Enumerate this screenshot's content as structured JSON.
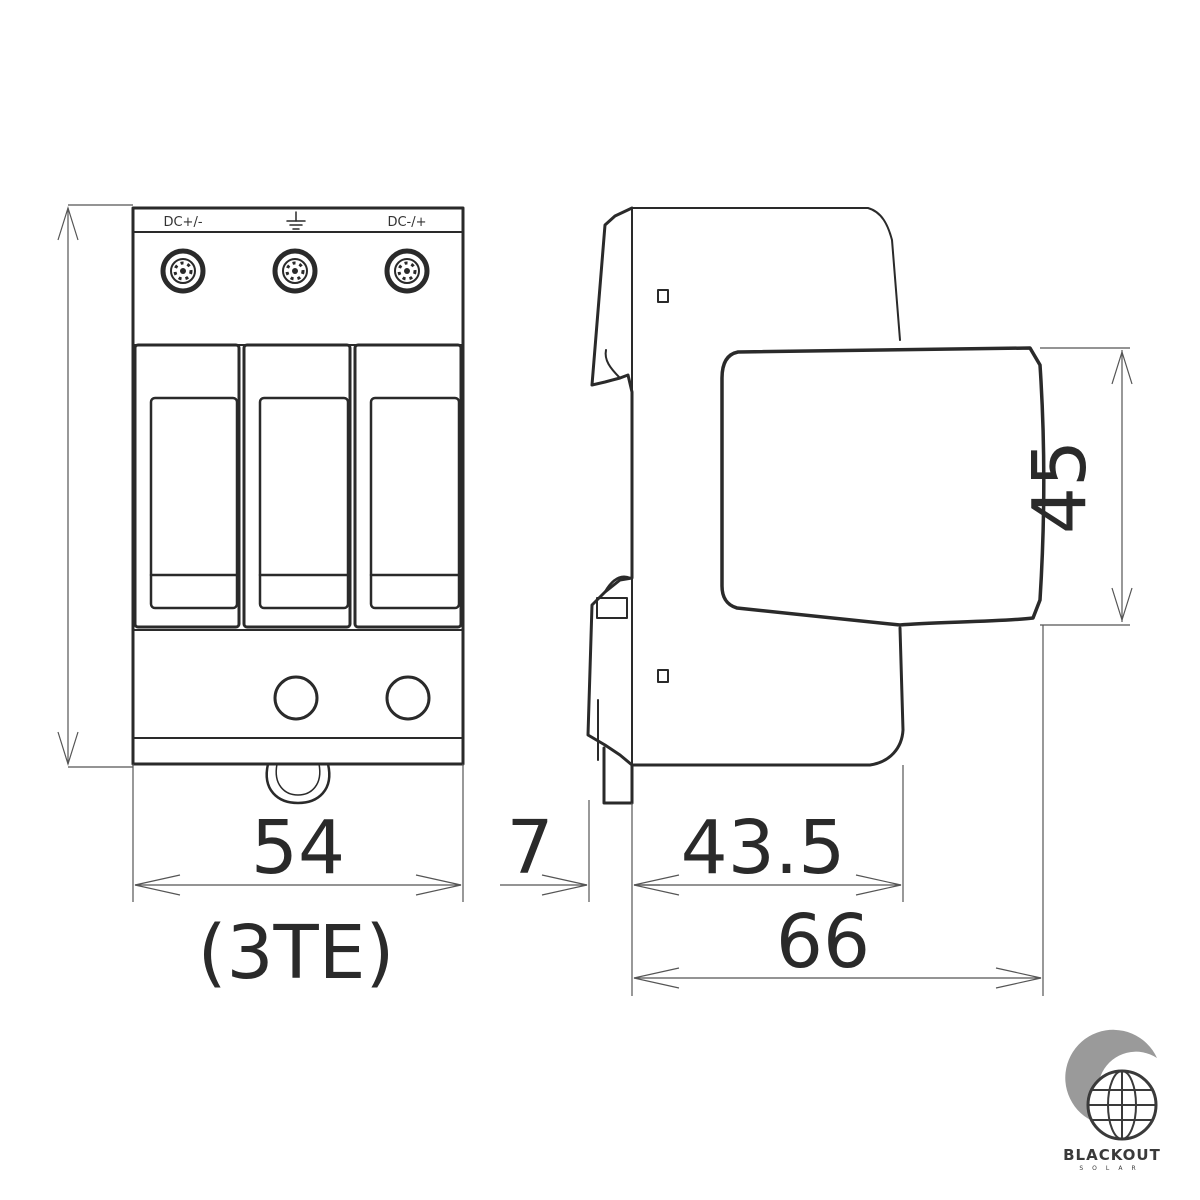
{
  "front_view": {
    "terminal_labels": [
      "DC+/-",
      "DC-/+"
    ],
    "ground_symbol": "ground-icon"
  },
  "dimensions": {
    "width_front": "54",
    "width_front_note": "(3TE)",
    "rail_offset": "7",
    "depth_body": "43.5",
    "depth_total": "66",
    "module_height": "45"
  },
  "logo": {
    "brand": "BLACKOUT",
    "tagline": "SOLAR",
    "icon": "globe-icon"
  },
  "colors": {
    "line": "#2a2a2a",
    "background": "#ffffff"
  }
}
